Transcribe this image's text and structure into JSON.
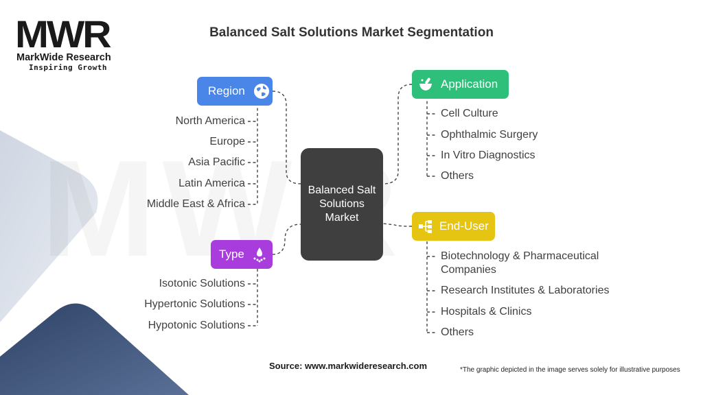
{
  "logo": {
    "mark": "MWR",
    "name": "MarkWide Research",
    "tagline": "Inspiring Growth",
    "watermark": "MWR"
  },
  "title": "Balanced Salt Solutions Market Segmentation",
  "center": {
    "label": "Balanced Salt Solutions Market"
  },
  "segments": {
    "region": {
      "label": "Region",
      "color": "#4a86e8",
      "icon": "globe-icon",
      "items": [
        "North America",
        "Europe",
        "Asia Pacific",
        "Latin America",
        "Middle East & Africa"
      ]
    },
    "type": {
      "label": "Type",
      "color": "#a93cdc",
      "icon": "spray-icon",
      "items": [
        "Isotonic Solutions",
        "Hypertonic Solutions",
        "Hypotonic Solutions"
      ]
    },
    "application": {
      "label": "Application",
      "color": "#2ebf7a",
      "icon": "mortar-pestle-icon",
      "items": [
        "Cell Culture",
        "Ophthalmic Surgery",
        "In Vitro Diagnostics",
        "Others"
      ]
    },
    "end_user": {
      "label": "End-User",
      "color": "#e6c412",
      "icon": "hierarchy-icon",
      "items": [
        "Biotechnology & Pharmaceutical Companies",
        "Research Institutes & Laboratories",
        "Hospitals & Clinics",
        "Others"
      ],
      "first_item_lines": [
        "Biotechnology & Pharmaceutical",
        "Companies"
      ]
    }
  },
  "footer": {
    "source": "Source: www.markwideresearch.com",
    "note": "*The graphic depicted in the image serves solely for illustrative purposes"
  }
}
